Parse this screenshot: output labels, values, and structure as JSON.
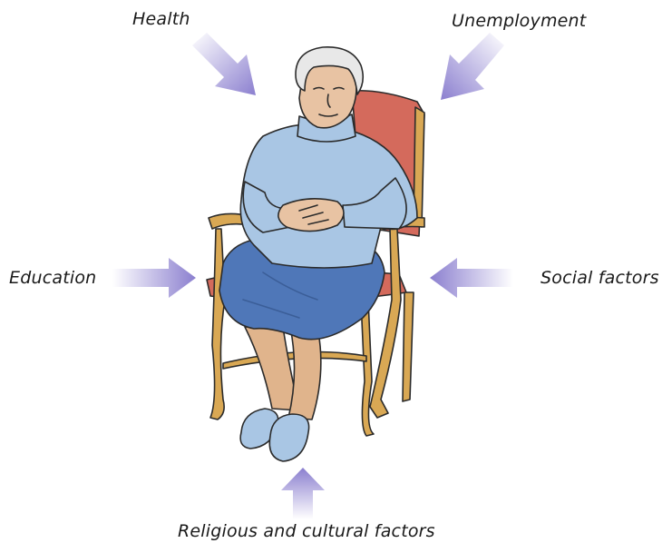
{
  "factors": {
    "health": "Health",
    "unemployment": "Unemployment",
    "education": "Education",
    "social": "Social factors",
    "religious_cultural": "Religious and cultural factors"
  },
  "colors": {
    "arrow": "#8b7fcf",
    "sweater": "#a9c6e4",
    "skirt": "#4f77b8",
    "chair_wood": "#d9a854",
    "chair_cushion": "#d46a5c",
    "skin": "#e8c3a3",
    "hair": "#e8e8e8",
    "slippers": "#a9c6e4"
  },
  "icons": [
    "arrow-down-right-icon",
    "arrow-down-left-icon",
    "arrow-right-icon",
    "arrow-left-icon",
    "arrow-up-icon",
    "elderly-woman-illustration"
  ]
}
